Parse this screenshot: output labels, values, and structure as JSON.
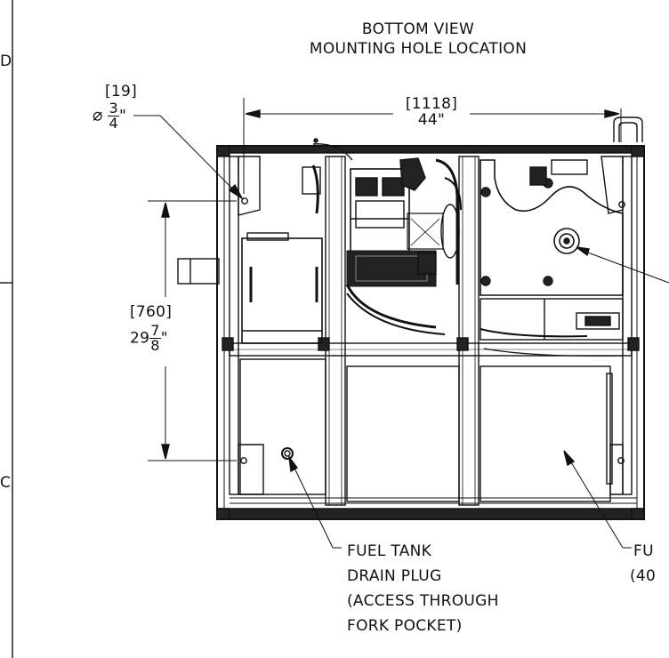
{
  "title": {
    "line1": "BOTTOM VIEW",
    "line2": "MOUNTING HOLE LOCATION"
  },
  "dimensions": {
    "width": {
      "metric": "[1118]",
      "imperial": "44\""
    },
    "height": {
      "metric": "[760]",
      "whole": "29",
      "num": "7",
      "den": "8",
      "unit": "\""
    },
    "hole": {
      "metric": "[19]",
      "symbol": "⌀",
      "num": "3",
      "den": "4",
      "unit": "\""
    }
  },
  "callouts": {
    "drain": {
      "line1": "FUEL TANK",
      "line2": "DRAIN PLUG",
      "line3": "(ACCESS THROUGH",
      "line4": "FORK POCKET)"
    },
    "right_lower": {
      "line1": "FU",
      "line2": "(40"
    }
  },
  "border_zones": {
    "upper": "D",
    "lower": "C"
  },
  "colors": {
    "line": "#111111",
    "fill_dark": "#222222",
    "panel": "#ffffff"
  }
}
